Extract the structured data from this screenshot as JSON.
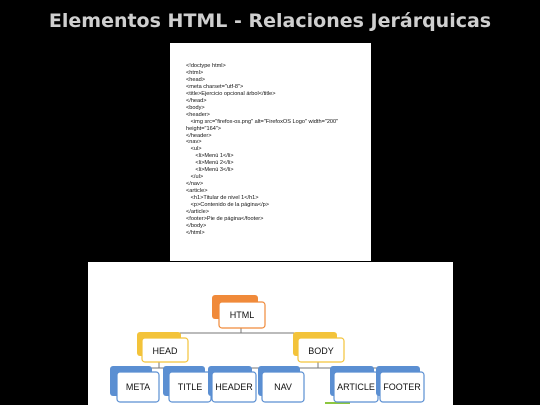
{
  "title": "Elementos HTML - Relaciones Jerárquicas",
  "code": {
    "lines": [
      "<!doctype html>",
      "<html>",
      "<head>",
      "<meta charset=\"utf-8\">",
      "<title>Ejercicio opcional árbol</title>",
      "</head>",
      "<body>",
      "<header>",
      "   <img src=\"firefox-os.png\" alt=\"FirefoxOS Logo\" width=\"200\"",
      "height=\"164\">",
      "</header>",
      "<nav>",
      "   <ul>",
      "      <li>Menú 1</li>",
      "      <li>Menú 2</li>",
      "      <li>Menú 3</li>",
      "   </ul>",
      "</nav>",
      "<article>",
      "   <h1>Titular de nivel 1</h1>",
      "   <p>Contenido de la página</p>",
      "</article>",
      "<footer>Pie de página</footer>",
      "</body>",
      "</html>"
    ]
  },
  "tree": {
    "root": "HTML",
    "level1": [
      "HEAD",
      "BODY"
    ],
    "head_children": [
      "META",
      "TITLE"
    ],
    "body_children": [
      "HEADER",
      "NAV",
      "ARTICLE",
      "FOOTER"
    ]
  },
  "colors": {
    "html_node": "#f08a3a",
    "head_body_node": "#f3c33a",
    "leaf_node": "#5b8fd2",
    "face": "#ffffff",
    "connector": "#777777"
  }
}
